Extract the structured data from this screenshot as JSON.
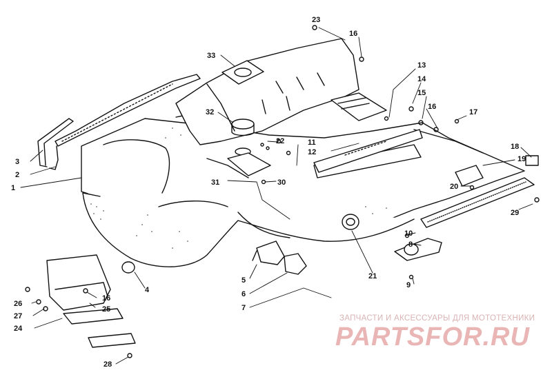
{
  "callouts": [
    {
      "id": "c1",
      "text": "1"
    },
    {
      "id": "c2",
      "text": "2"
    },
    {
      "id": "c3",
      "text": "3"
    },
    {
      "id": "c4",
      "text": "4"
    },
    {
      "id": "c5",
      "text": "5"
    },
    {
      "id": "c6",
      "text": "6"
    },
    {
      "id": "c7",
      "text": "7"
    },
    {
      "id": "c8",
      "text": "8"
    },
    {
      "id": "c9",
      "text": "9"
    },
    {
      "id": "c10",
      "text": "10"
    },
    {
      "id": "c11",
      "text": "11"
    },
    {
      "id": "c12",
      "text": "12"
    },
    {
      "id": "c13",
      "text": "13"
    },
    {
      "id": "c14",
      "text": "14"
    },
    {
      "id": "c15",
      "text": "15"
    },
    {
      "id": "c16a",
      "text": "16"
    },
    {
      "id": "c16b",
      "text": "16"
    },
    {
      "id": "c16c",
      "text": "16"
    },
    {
      "id": "c17",
      "text": "17"
    },
    {
      "id": "c18",
      "text": "18"
    },
    {
      "id": "c19",
      "text": "19"
    },
    {
      "id": "c20",
      "text": "20"
    },
    {
      "id": "c21",
      "text": "21"
    },
    {
      "id": "c22",
      "text": "22"
    },
    {
      "id": "c23",
      "text": "23"
    },
    {
      "id": "c24",
      "text": "24"
    },
    {
      "id": "c25",
      "text": "25"
    },
    {
      "id": "c26",
      "text": "26"
    },
    {
      "id": "c27",
      "text": "27"
    },
    {
      "id": "c28",
      "text": "28"
    },
    {
      "id": "c29",
      "text": "29"
    },
    {
      "id": "c30",
      "text": "30"
    },
    {
      "id": "c31",
      "text": "31"
    },
    {
      "id": "c32",
      "text": "32"
    },
    {
      "id": "c33",
      "text": "33"
    }
  ],
  "watermark": {
    "tagline": "ЗАПЧАСТИ И АКСЕССУАРЫ ДЛЯ МОТОТЕХНИКИ",
    "logo": "PARTSFOR.RU"
  },
  "colors": {
    "line": "#111111",
    "watermark": "#e6a9a9"
  }
}
